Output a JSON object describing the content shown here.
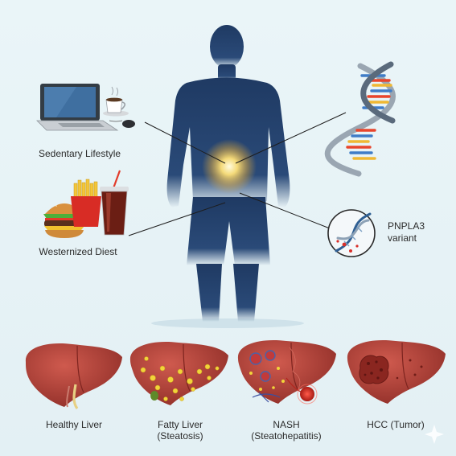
{
  "factors": {
    "sedentary": "Sedentary Lifestyle",
    "diet": "Westernized Diest",
    "gene_line1": "PNPLA3",
    "gene_line2": "variant"
  },
  "stages": [
    {
      "line1": "Healthy Liver",
      "line2": ""
    },
    {
      "line1": "Fatty Liver",
      "line2": "(Steatosis)"
    },
    {
      "line1": "NASH",
      "line2": "(Steatohepatitis)"
    },
    {
      "line1": "HCC (Tumor)",
      "line2": ""
    }
  ],
  "colors": {
    "silhouette": "#1f3a63",
    "liver": "#a63a32",
    "liver_light": "#c8554b",
    "fat": "#f2d43a",
    "glow": "#ffd86b",
    "background": "#e6f2f6"
  }
}
